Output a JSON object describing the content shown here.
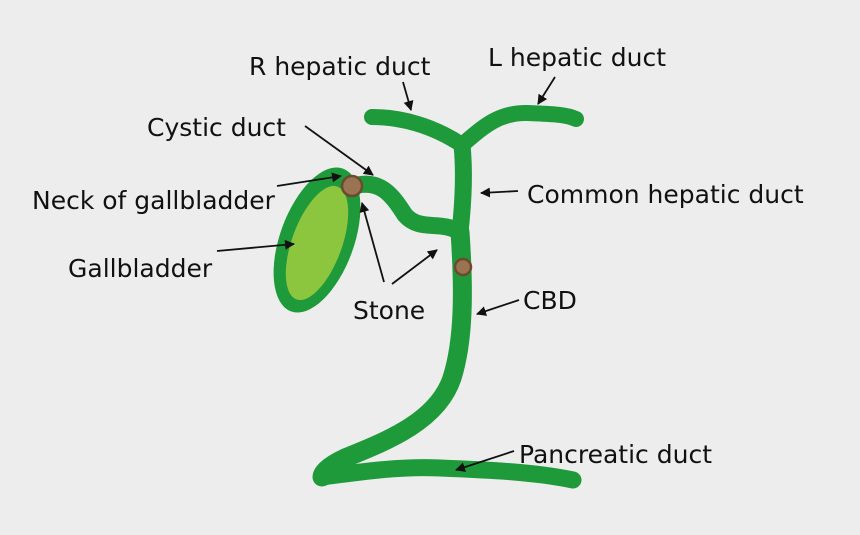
{
  "labels": {
    "r_hepatic_duct": "R hepatic duct",
    "l_hepatic_duct": "L hepatic duct",
    "cystic_duct": "Cystic duct",
    "neck_of_gallbladder": "Neck of gallbladder",
    "gallbladder": "Gallbladder",
    "common_hepatic_duct": "Common hepatic duct",
    "stone": "Stone",
    "cbd": "CBD",
    "pancreatic_duct": "Pancreatic duct"
  },
  "colors": {
    "background": "#ededed",
    "duct": "#1e9a3a",
    "gallbladder_fill": "#8cc63f",
    "stone_fill": "#9a7352",
    "stone_outline": "#6b4a2e",
    "text": "#111111"
  }
}
